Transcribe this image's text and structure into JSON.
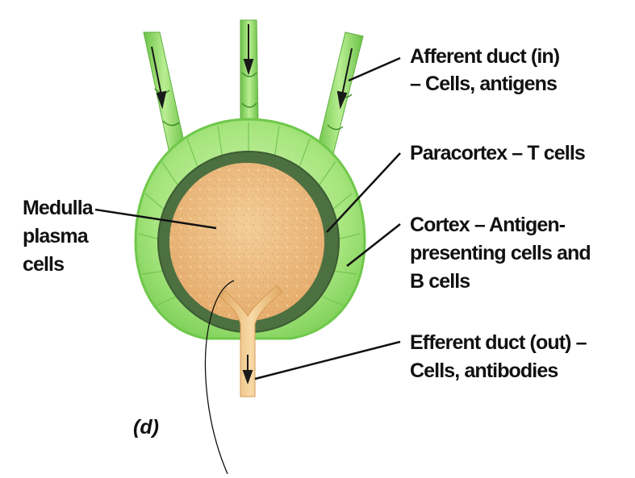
{
  "labels": {
    "afferent_line1": "Afferent duct (in)",
    "afferent_line2": "– Cells, antigens",
    "paracortex": "Paracortex – T cells",
    "cortex_line1": "Cortex – Antigen-",
    "cortex_line2": "presenting cells and",
    "cortex_line3": "B cells",
    "efferent_line1": "Efferent duct (out) –",
    "efferent_line2": "Cells, antibodies",
    "medulla_line1": "Medulla",
    "medulla_line2": "plasma",
    "medulla_line3": "cells",
    "panel": "(d)"
  },
  "colors": {
    "outer_cortex": "#a6e57d",
    "outer_cortex_edge": "#6fc84a",
    "paracortex": "#4d7040",
    "medulla": "#ebb980",
    "efferent_duct": "#f0c583",
    "afferent_duct": "#8fd468",
    "leader_line": "#111111"
  }
}
